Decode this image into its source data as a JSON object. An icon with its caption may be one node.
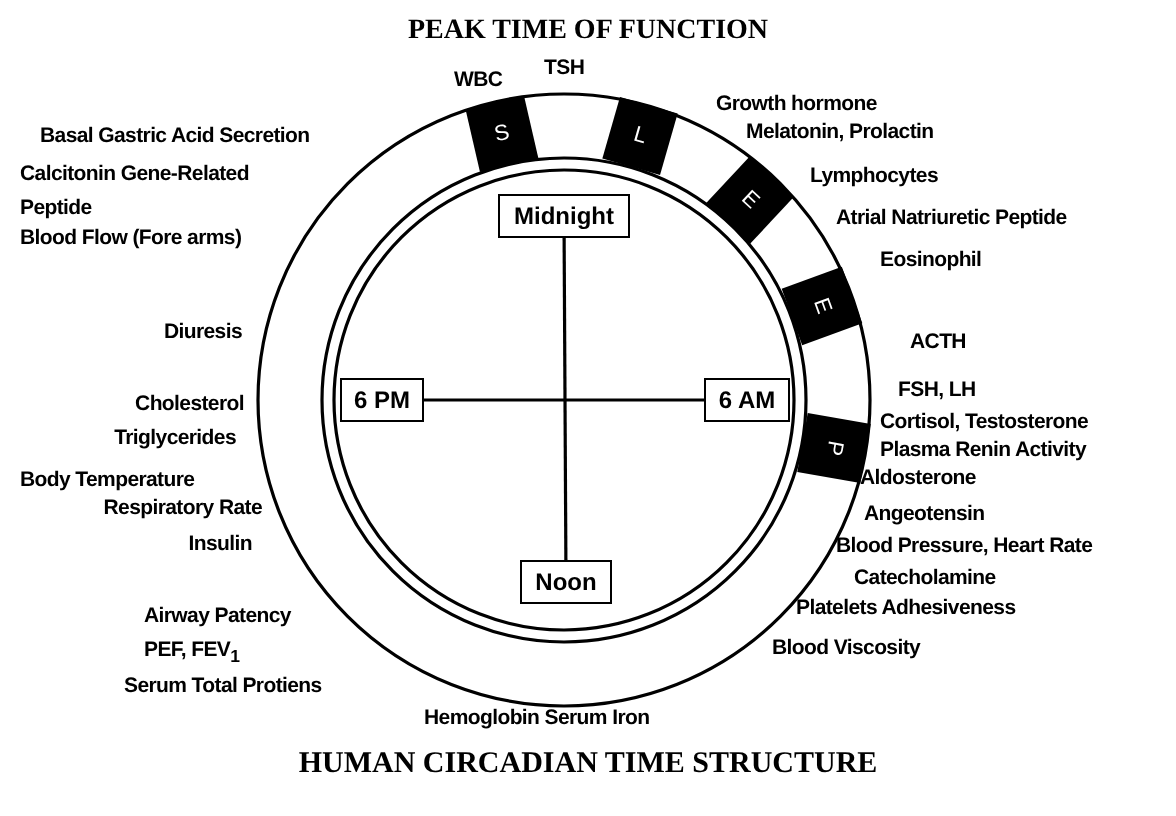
{
  "diagram": {
    "title": "PEAK TIME OF FUNCTION",
    "caption": "HUMAN CIRCADIAN TIME STRUCTURE",
    "nodes": [
      {
        "text": [
          "S"
        ]
      },
      {
        "text": [
          "L"
        ]
      },
      {
        "text": [
          "E"
        ]
      },
      {
        "text": [
          "E"
        ]
      },
      {
        "text": [
          "P"
        ]
      },
      {
        "text": [
          "Midnight"
        ]
      },
      {
        "text": [
          "6 PM"
        ]
      },
      {
        "text": [
          "6 AM"
        ]
      },
      {
        "text": [
          "Noon"
        ]
      }
    ],
    "edges": [
      {
        "from": 5,
        "to": 8,
        "arrow": "none"
      },
      {
        "from": 6,
        "to": 7,
        "arrow": "none"
      }
    ],
    "labels": [
      "TSH",
      "WBC",
      "Growth hormone",
      "Melatonin, Prolactin",
      "Basal Gastric Acid Secretion",
      "Calcitonin Gene-Related Peptide",
      "Lymphocytes",
      "Atrial Natriuretic Peptide",
      "Blood Flow (Fore arms)",
      "Eosinophil",
      "Diuresis",
      "ACTH",
      "FSH, LH",
      "Cholesterol",
      "Cortisol, Testosterone",
      "Triglycerides",
      "Plasma Renin Activity",
      "Aldosterone",
      "Body Temperature",
      "Respiratory Rate",
      "Angeotensin",
      "Insulin",
      "Blood Pressure, Heart Rate",
      "Catecholamine",
      "Platelets Adhesiveness",
      "Airway Patency",
      "Blood Viscosity",
      "PEF, FEV$_{1}$",
      "Serum Total Protiens",
      "Hemoglobin Serum Iron"
    ]
  }
}
